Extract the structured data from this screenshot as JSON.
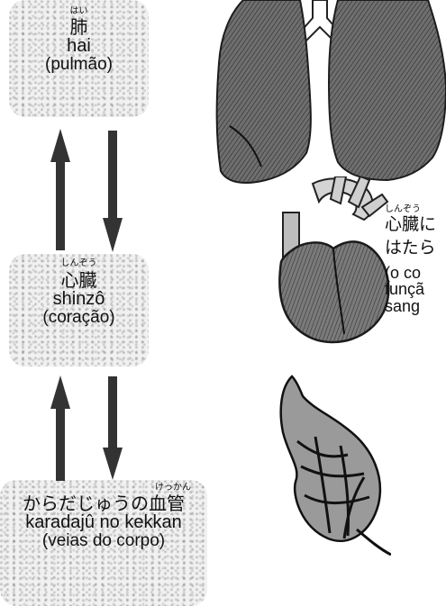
{
  "lungs": {
    "ruby": "はい",
    "kanji": "肺",
    "romaji": "hai",
    "portuguese": "(pulmão)"
  },
  "heart": {
    "ruby": "しんぞう",
    "kanji": "心臓",
    "romaji": "shinzô",
    "portuguese": "(coração)"
  },
  "vessels": {
    "ruby": "けっかん",
    "japanese": "からだじゅうの血管",
    "romaji": "karadajû no kekkan",
    "portuguese": "(veias do corpo)"
  },
  "heart_caption": {
    "ruby": "しんぞう",
    "line1": "心臓に",
    "line2": "はたら",
    "line3": "(o co",
    "line4": "funçã",
    "line5": "sang"
  }
}
